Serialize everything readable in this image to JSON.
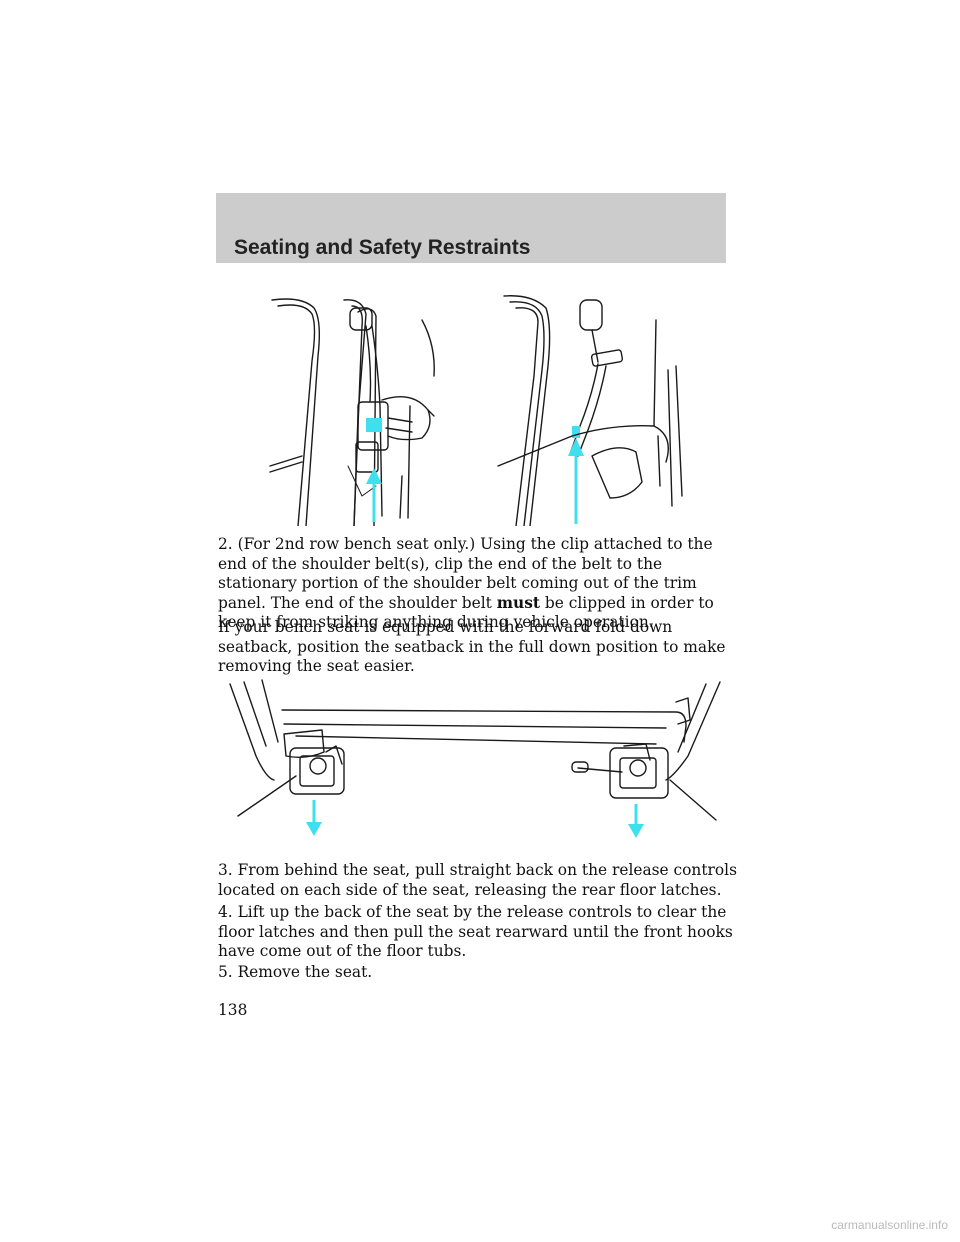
{
  "header": {
    "title": "Seating and Safety Restraints"
  },
  "paragraphs": {
    "p1": "2. (For 2nd row bench seat only.) Using the clip attached to the end of the shoulder belt(s), clip the end of the belt to the stationary portion of the shoulder belt coming out of the trim panel. The end of the shoulder belt",
    "p1_bold": "must",
    "p1_rest": "be clipped in order to keep it from striking anything during vehicle operation.",
    "p2": "If your bench seat is equipped with the forward fold down seatback, position the seatback in the full down position to make removing the seat easier.",
    "p3": "3. From behind the seat, pull straight back on the release controls located on each side of the seat, releasing the rear floor latches.",
    "p4": "4. Lift up the back of the seat by the release controls to clear the floor latches and then pull the seat rearward until the front hooks have come out of the floor tubs.",
    "p5": "5. Remove the seat."
  },
  "page_number": "138",
  "watermark": "carmanualsonline.info",
  "colors": {
    "header_band": "#cccccc",
    "arrow": "#3ee0ee"
  }
}
